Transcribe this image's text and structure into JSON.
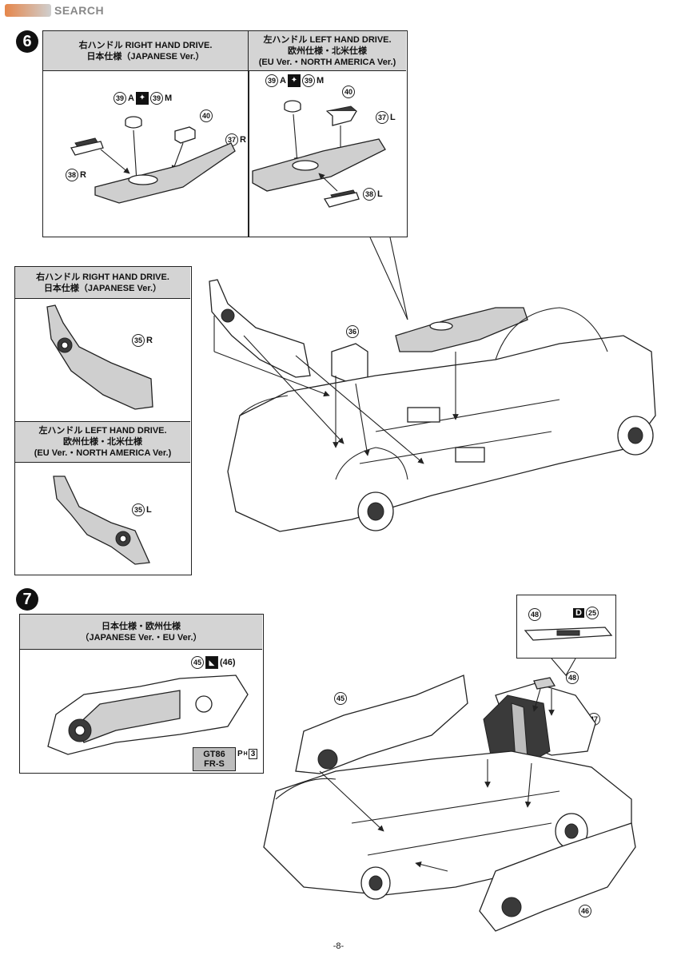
{
  "watermark": {
    "text": "SEARCH"
  },
  "step6": {
    "number": "6",
    "rhd_box": {
      "title_line1": "右ハンドル RIGHT HAND DRIVE.",
      "title_line2": "日本仕様（JAPANESE Ver.）"
    },
    "lhd_box": {
      "title_line1": "左ハンドル LEFT HAND DRIVE.",
      "title_line2": "欧州仕様・北米仕様",
      "title_line3": "(EU Ver.・NORTH AMERICA Ver.)"
    },
    "rhd_side": {
      "title_line1": "右ハンドル RIGHT HAND DRIVE.",
      "title_line2": "日本仕様（JAPANESE Ver.）"
    },
    "lhd_side": {
      "title_line1": "左ハンドル LEFT HAND DRIVE.",
      "title_line2": "欧州仕様・北米仕様",
      "title_line3": "(EU Ver.・NORTH AMERICA Ver.)"
    },
    "parts": {
      "p39_num": "39",
      "p39a": "A",
      "p39m": "M",
      "p40_num": "40",
      "p37_num": "37",
      "p37r": "R",
      "p37l": "L",
      "p38_num": "38",
      "p38r": "R",
      "p38l": "L",
      "p35_num": "35",
      "p35r": "R",
      "p35l": "L",
      "p36_num": "36"
    }
  },
  "step7": {
    "number": "7",
    "box": {
      "title_line1": "日本仕様・欧州仕様",
      "title_line2": "（JAPANESE Ver.・EU Ver.）"
    },
    "p45_num": "45",
    "p46_num": "46",
    "p46_paren": "(46)",
    "badge_line1": "GT86",
    "badge_line2": "FR-S",
    "paint_code": "H",
    "paint_letter": "P",
    "paint_num": "3",
    "p47_num": "47",
    "p48_num": "48",
    "decal_letter": "D",
    "decal_num": "25"
  },
  "page_number": "-8-"
}
